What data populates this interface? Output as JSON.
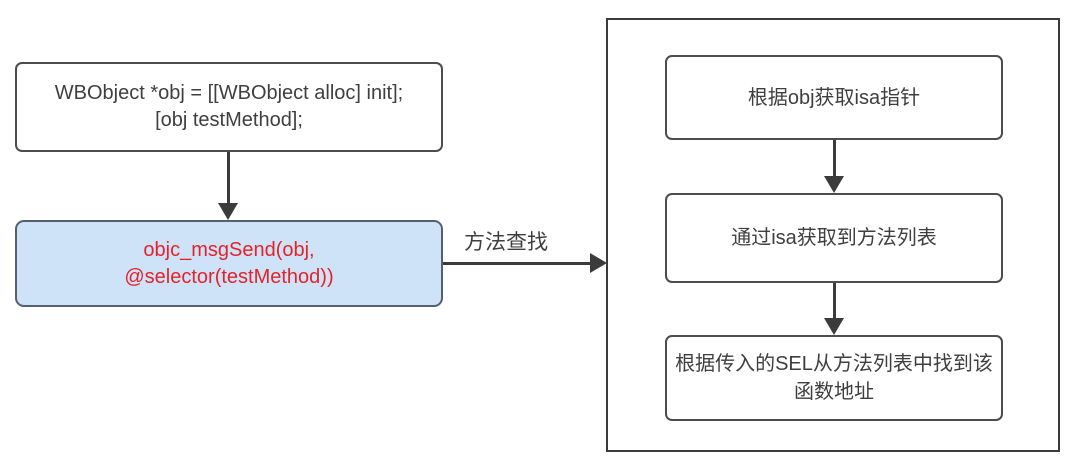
{
  "diagram": {
    "title_semantic": "objc_msgSend method lookup flowchart",
    "code_box": {
      "line1": "WBObject *obj = [[WBObject alloc] init];",
      "line2": "[obj testMethod];"
    },
    "msgsend_box": {
      "line1": "objc_msgSend(obj,",
      "line2": "@selector(testMethod))"
    },
    "lookup_arrow_label": "方法查找",
    "steps": [
      {
        "label": "根据obj获取isa指针"
      },
      {
        "label": "通过isa获取到方法列表"
      },
      {
        "label": "根据传入的SEL从方法列表中找到该函数地址"
      }
    ],
    "colors": {
      "highlight_fill": "#cfe3f8",
      "highlight_text": "#e32329",
      "box_border": "#4d4d4d",
      "container_border": "#3b3b3b",
      "arrow": "#3b3b3b",
      "text": "#3f3f3f",
      "background": "#ffffff"
    }
  }
}
